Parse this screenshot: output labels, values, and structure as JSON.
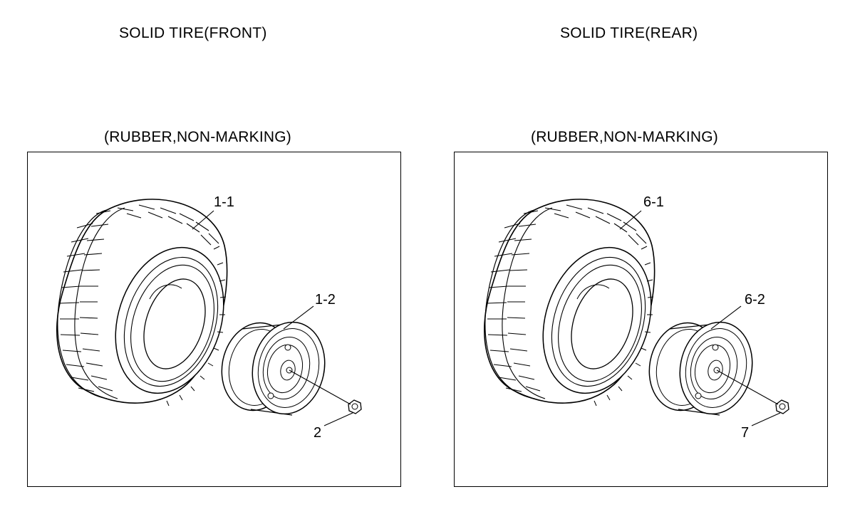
{
  "front": {
    "title": "SOLID TIRE(FRONT)",
    "subtitle": "(RUBBER,NON-MARKING)",
    "callouts": {
      "tire": "1-1",
      "rim": "1-2",
      "nut": "2"
    }
  },
  "rear": {
    "title": "SOLID TIRE(REAR)",
    "subtitle": "(RUBBER,NON-MARKING)",
    "callouts": {
      "tire": "6-1",
      "rim": "6-2",
      "nut": "7"
    }
  },
  "icons": [
    "solid-tire-icon",
    "wheel-rim-icon",
    "hex-nut-icon"
  ]
}
